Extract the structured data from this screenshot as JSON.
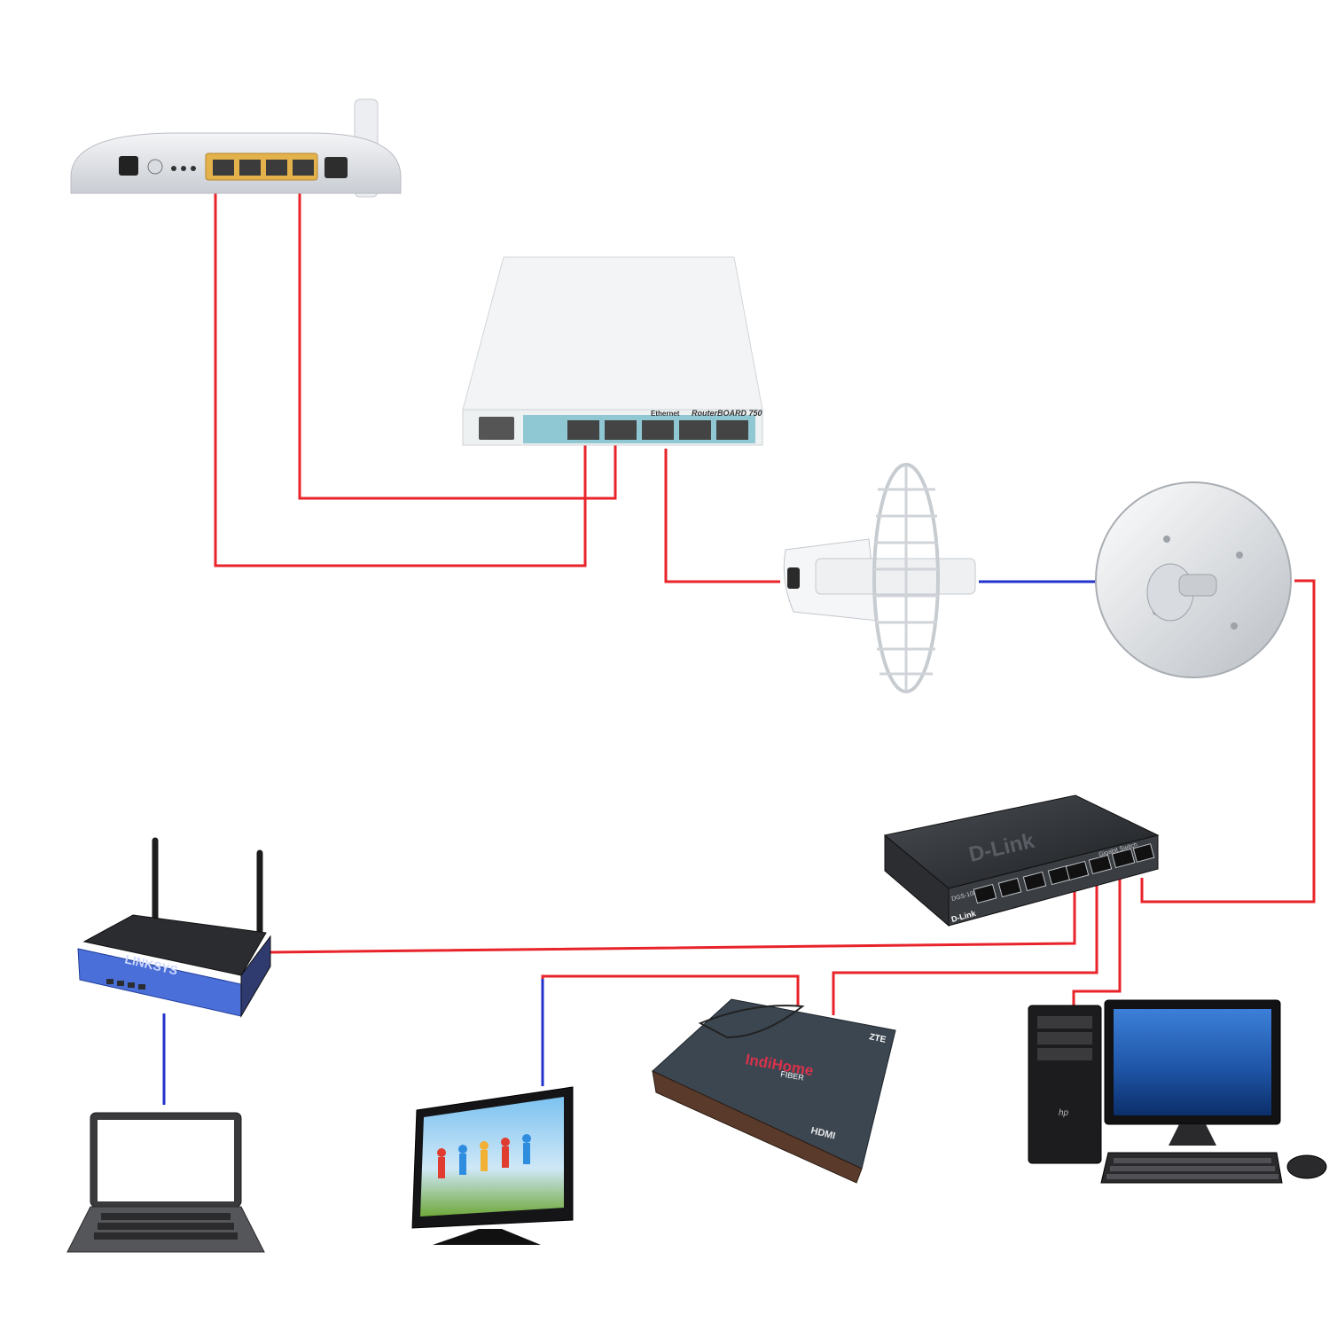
{
  "colors": {
    "ethernet_cable": "#e8232a",
    "link_cable": "#2233cc",
    "background": "#ffffff",
    "linksys_blue": "#4a6fd8",
    "dlink_body": "#2c2f33",
    "stb_body": "#3b4651"
  },
  "devices": {
    "mikrotik": {
      "model_label": "RouterBOARD 750",
      "port_label": "Ethernet"
    },
    "dlink": {
      "brand": "D-Link",
      "model": "DGS-108",
      "sub_label": "Gigabit Switch"
    },
    "linksys": {
      "brand": "LINKSYS"
    },
    "settop": {
      "brand": "ZTE",
      "product": "IndiHome",
      "sub": "FIBER",
      "port": "HDMI"
    },
    "pc": {
      "brand": "hp"
    }
  }
}
